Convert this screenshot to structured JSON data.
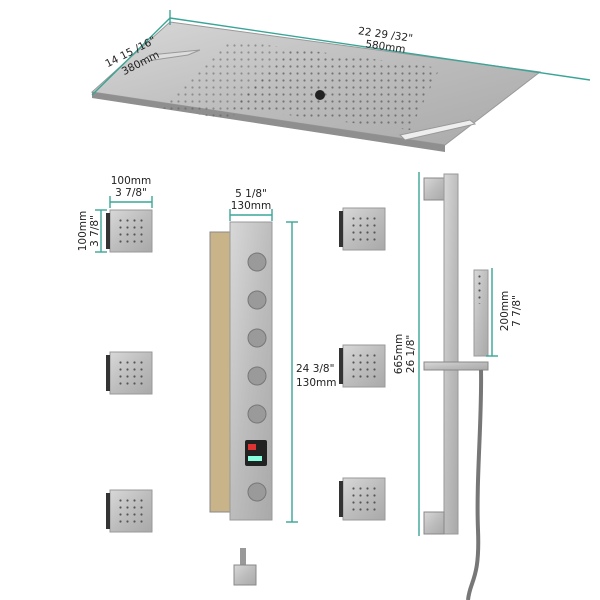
{
  "dimensions": {
    "rain_head_depth_in": "14 15 /16\"",
    "rain_head_depth_mm": "380mm",
    "rain_head_width_in": "22 29 /32\"",
    "rain_head_width_mm": "580mm",
    "body_jet_width_mm": "100mm",
    "body_jet_width_in": "3 7/8\"",
    "body_jet_height_mm": "100mm",
    "body_jet_height_in": "3 7/8\"",
    "valve_width_in": "5 1/8\"",
    "valve_width_mm": "130mm",
    "valve_height_in": "24 3/8\"",
    "valve_height_mm": "130mm",
    "slide_bar_height_mm": "665mm",
    "slide_bar_height_in": "26 1/8\"",
    "hand_shower_height_mm": "200mm",
    "hand_shower_height_in": "7 7/8\""
  },
  "colors": {
    "dimension_line": "#3aa597",
    "metal": "#b9b9b9"
  }
}
